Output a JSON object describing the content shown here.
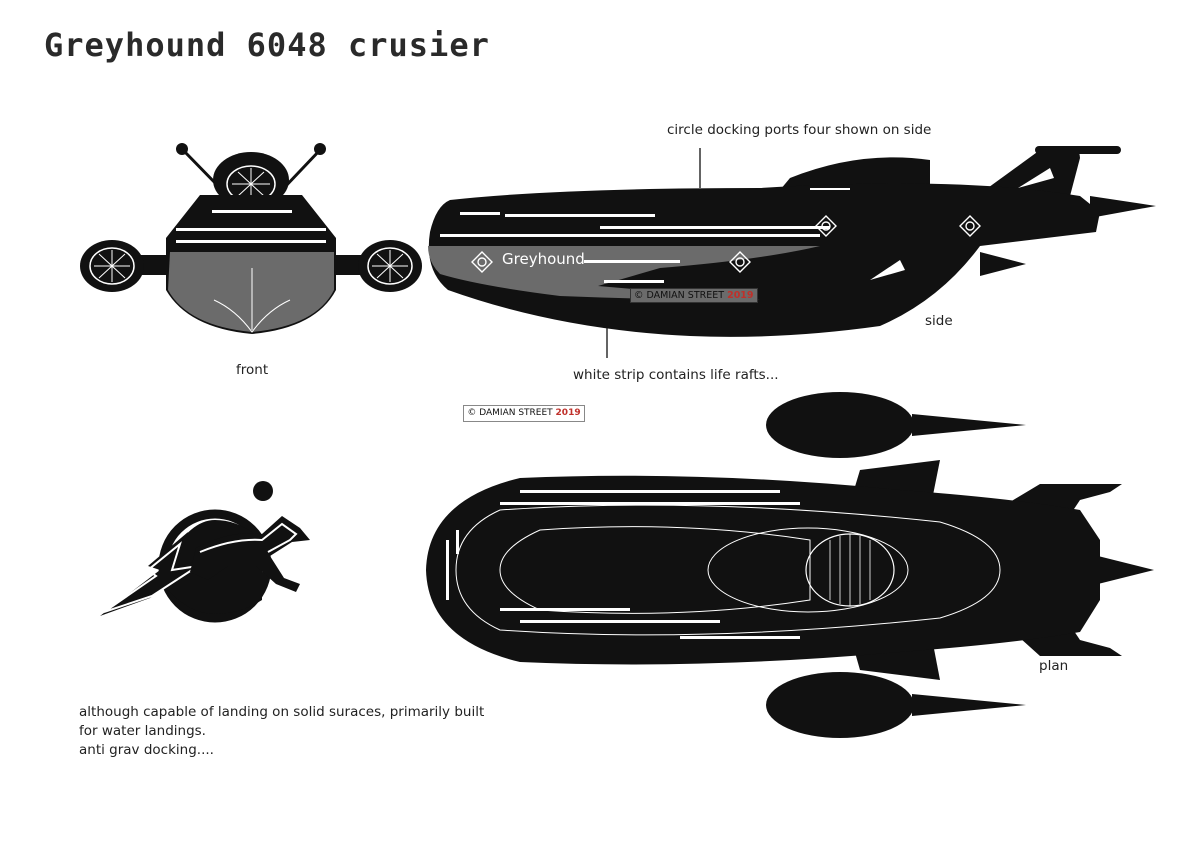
{
  "title": "Greyhound 6048 crusier",
  "views": {
    "front_label": "front",
    "side_label": "side",
    "plan_label": "plan"
  },
  "annotations": {
    "docking_ports": "circle docking ports four shown on side",
    "white_strip": "white strip contains life rafts..."
  },
  "hull_name": "Greyhound",
  "copyright": {
    "text": "© DAMIAN STREET",
    "year": "2019"
  },
  "notes": [
    "although capable of landing on solid suraces, primarily built",
    "for water landings.",
    "anti grav docking...."
  ],
  "colors": {
    "hull": "#111111",
    "hull_grey": "#6b6b6b",
    "copyright_year": "#c0302a"
  }
}
